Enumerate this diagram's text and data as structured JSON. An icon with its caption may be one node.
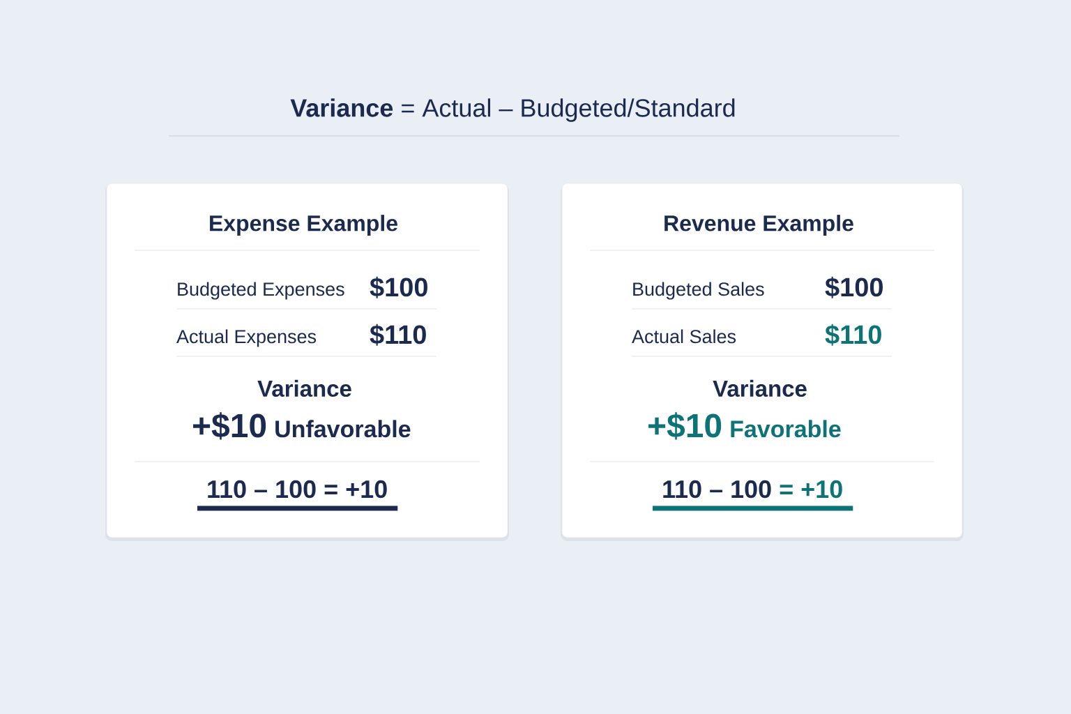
{
  "diagram": {
    "title": "**Variance** = Actual – Budgeted/Standard",
    "nodes": [
      {
        "text": [
          "Expense Example",
          "Budgeted Expenses",
          "$100",
          "Actual Expenses",
          "$110",
          "Variance",
          "+$10",
          "Unfavorable",
          "110 – 100",
          "= +10"
        ]
      },
      {
        "text": [
          "Revenue Example",
          "Budgeted Sales",
          "$100",
          "Actual Sales",
          "$110",
          "Variance",
          "+$10",
          "Favorable",
          "110 – 100",
          "= +10"
        ]
      }
    ]
  }
}
